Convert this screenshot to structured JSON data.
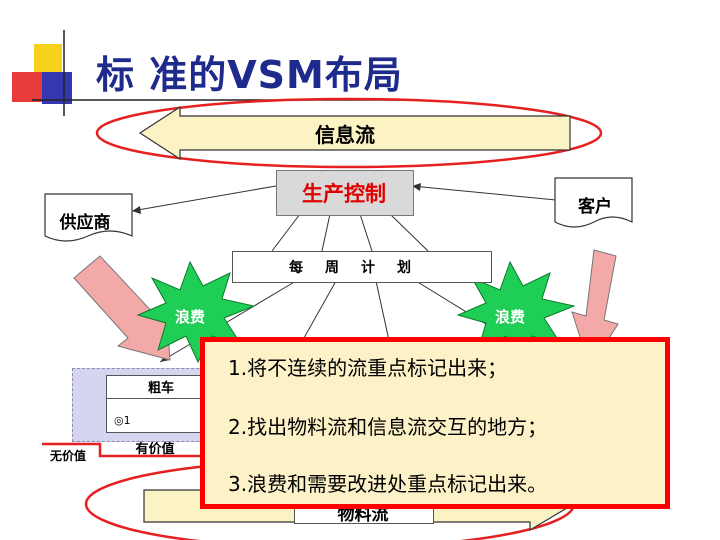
{
  "slide": {
    "title": "标 准的VSM布局",
    "info_flow_label": "信息流",
    "production_control_label": "生产控制",
    "supplier_label": "供应商",
    "customer_label": "客户",
    "weekly_plan_label": "每周计划",
    "waste_left_label": "浪费",
    "waste_right_label": "浪费",
    "process_title": "粗车",
    "process_meta": "◎1",
    "value_added_label": "有价值",
    "non_value_added_label": "无价值",
    "material_flow_label": "物料流"
  },
  "notes": [
    "1.将不连续的流重点标记出来；",
    "2.找出物料流和信息流交互的地方；",
    "3.浪费和需要改进处重点标记出来。"
  ],
  "colors": {
    "title": "#1f2b8c",
    "ellipse_stroke": "#e62020",
    "arrow_fill": "#fbf3c4",
    "production_text": "#e00000",
    "waste_burst": "#1fcf55",
    "overlay_fill": "#fdf1c7",
    "overlay_border": "#ff0000",
    "pink_arrow": "#f4a9a9"
  },
  "icons": [
    "logo-squares-icon",
    "wave-document-icon",
    "starburst-icon",
    "pink-arrow-icon"
  ]
}
